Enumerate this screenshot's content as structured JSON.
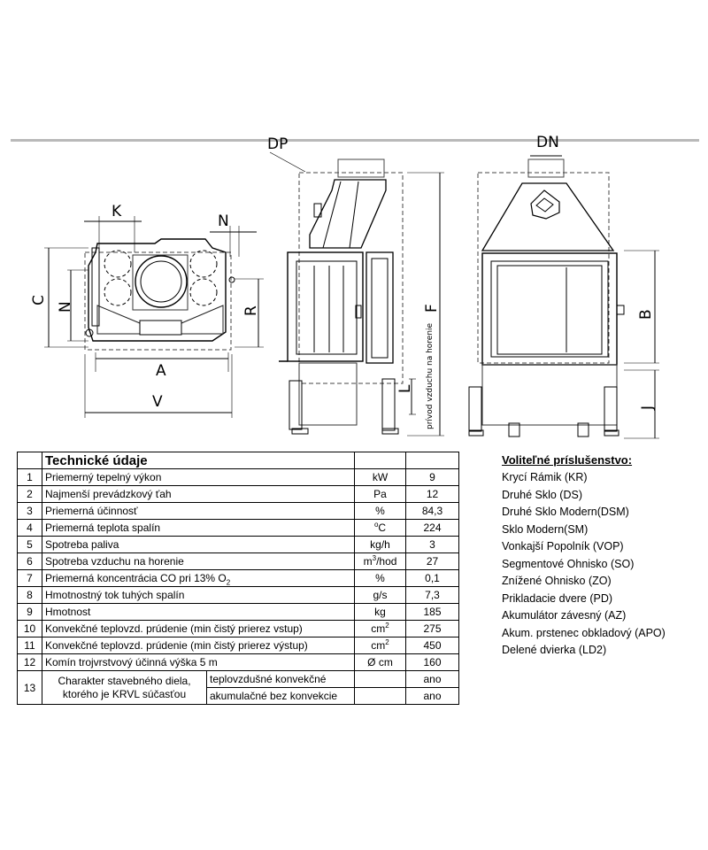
{
  "drawing_labels": {
    "c": "C",
    "n_left": "N",
    "k": "K",
    "n_right": "N",
    "r": "R",
    "a": "A",
    "v": "V",
    "dp": "DP",
    "f": "F",
    "l": "L",
    "air_supply": "prívod vzduchu na horenie",
    "dn": "DN",
    "b": "B",
    "j": "J"
  },
  "table": {
    "title": "Technické údaje",
    "rows": [
      {
        "num": "1",
        "label": "Priemerný tepelný výkon",
        "unit": "kW",
        "value": "9"
      },
      {
        "num": "2",
        "label": "Najmenší prevádzkový ťah",
        "unit": "Pa",
        "value": "12"
      },
      {
        "num": "3",
        "label": "Priemerná účinnosť",
        "unit": "%",
        "value": "84,3"
      },
      {
        "num": "4",
        "label": "Priemerná teplota spalín",
        "unit_sup": "o",
        "unit_main": "C",
        "value": "224"
      },
      {
        "num": "5",
        "label": "Spotreba paliva",
        "unit": "kg/h",
        "value": "3"
      },
      {
        "num": "6",
        "label": "Spotreba vzduchu na horenie",
        "unit_pre": "m",
        "unit_sup": "3",
        "unit_post": "/hod",
        "value": "27"
      },
      {
        "num": "7",
        "label_main": "Priemerná koncentrácia CO pri 13% O",
        "label_sub": "2",
        "unit": "%",
        "value": "0,1"
      },
      {
        "num": "8",
        "label": "Hmotnostný tok tuhých spalín",
        "unit": "g/s",
        "value": "7,3"
      },
      {
        "num": "9",
        "label": "Hmotnost",
        "unit": "kg",
        "value": "185"
      },
      {
        "num": "10",
        "label": "Konvekčné teplovzd. prúdenie (min čistý prierez vstup)",
        "unit_pre": "cm",
        "unit_sup": "2",
        "value": "275"
      },
      {
        "num": "11",
        "label": "Konvekčné teplovzd. prúdenie (min čistý prierez výstup)",
        "unit_pre": "cm",
        "unit_sup": "2",
        "value": "450"
      },
      {
        "num": "12",
        "label": "Komín trojvrstvový účinná výška 5 m",
        "unit": "Ø cm",
        "value": "160"
      }
    ],
    "row13": {
      "num": "13",
      "label_line1": "Charakter stavebného diela,",
      "label_line2": "ktorého je KRVL súčasťou",
      "sub1": "teplovzdušné konvekčné",
      "val1": "ano",
      "sub2": "akumulačné bez konvekcie",
      "val2": "ano"
    }
  },
  "accessories": {
    "title": "Voliteľné príslušenstvo:",
    "items": [
      "Krycí Rámik (KR)",
      "Druhé Sklo (DS)",
      "Druhé Sklo Modern(DSM)",
      "Sklo Modern(SM)",
      "Vonkajší Popolník (VOP)",
      "Segmentové Ohnisko (SO)",
      "Znížené Ohnisko (ZO)",
      "Prikladacie dvere (PD)",
      "Akumulátor závesný (AZ)",
      "Akum. prstenec obkladový (APO)",
      "Delené dvierka (LD2)"
    ]
  }
}
